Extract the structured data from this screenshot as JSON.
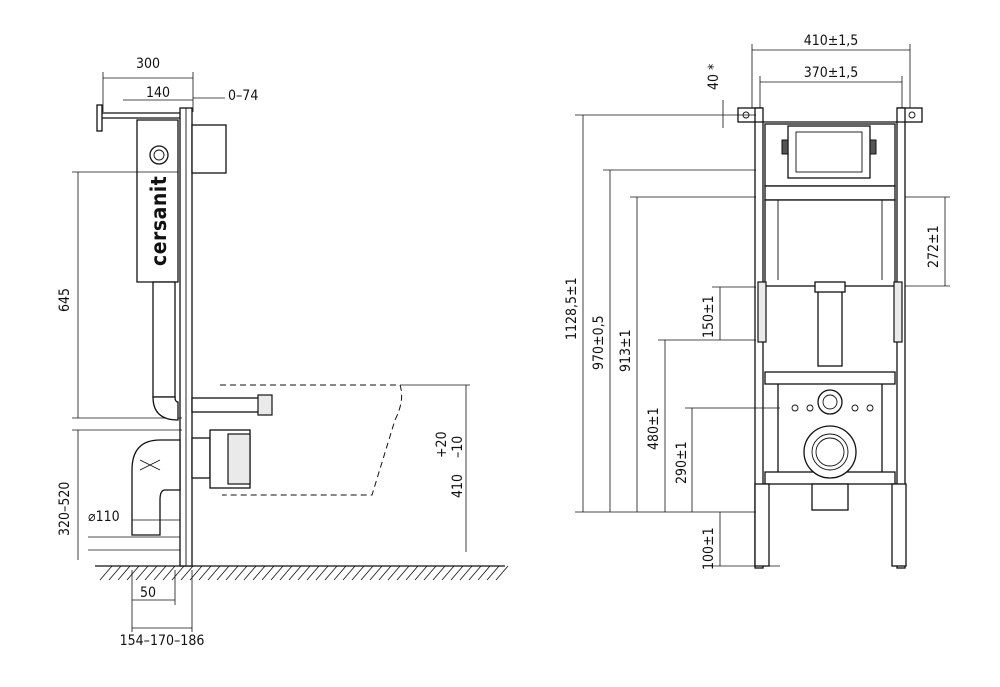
{
  "brand": {
    "logo_text": "cersanit"
  },
  "side_view": {
    "dims": {
      "depth_total": "300",
      "depth_tank": "140",
      "wall_offset": "0–74",
      "tank_height": "645",
      "frame_leg": "320–520",
      "pipe_diameter": "⌀110",
      "pipe_offset": "50",
      "pipe_depth": "154–170–186",
      "seat_height": "410",
      "seat_tolerance_plus": "+20",
      "seat_tolerance_minus": "–10"
    }
  },
  "front_view": {
    "dims": {
      "width_outer": "410±1,5",
      "width_inner": "370±1,5",
      "top_offset": "40 *",
      "height_total": "1128,5±1",
      "height_tank_top": "970±0,5",
      "height_upper": "913±1",
      "height_tank_body": "272±1",
      "gap_150": "150±1",
      "height_inlet": "480±1",
      "height_outlet": "290±1",
      "foot_height": "100±1"
    }
  }
}
